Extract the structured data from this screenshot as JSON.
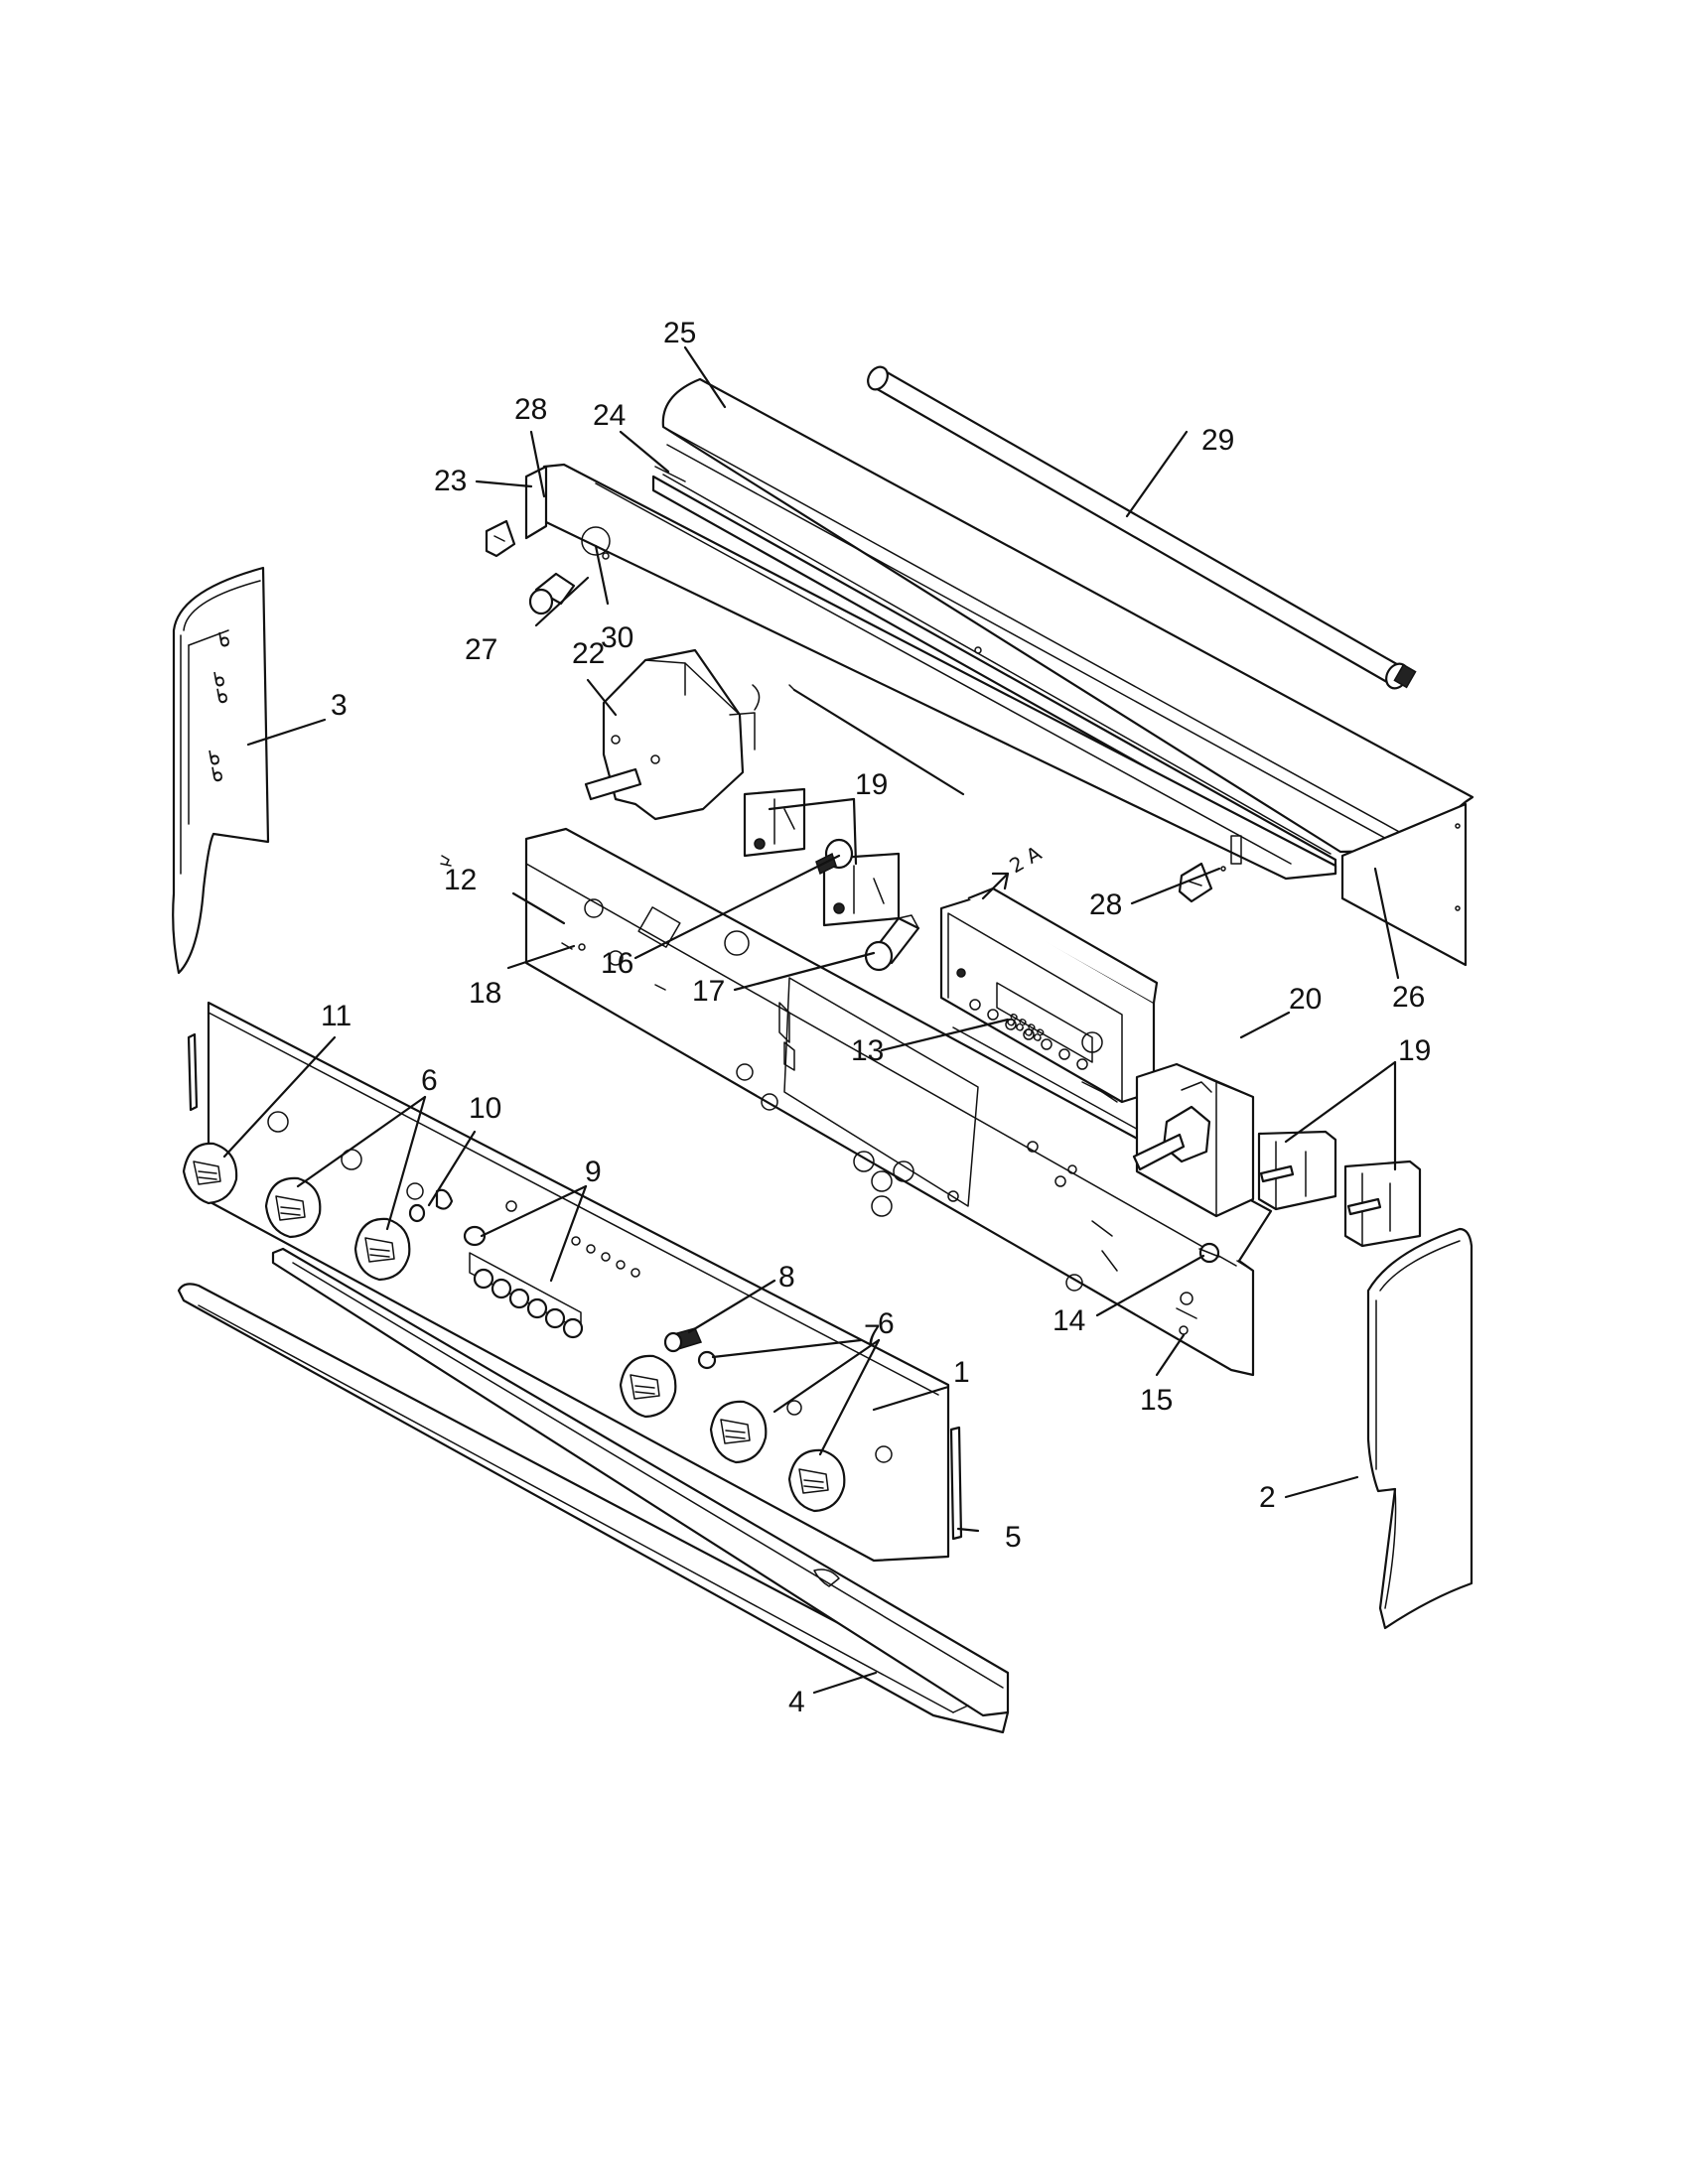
{
  "callouts": {
    "c1": "1",
    "c2": "2",
    "c3": "3",
    "c4": "4",
    "c5": "5",
    "c6a": "6",
    "c6b": "6",
    "c7": "7",
    "c8": "8",
    "c9": "9",
    "c10": "10",
    "c11": "11",
    "c12": "12",
    "c13": "13",
    "c14": "14",
    "c15": "15",
    "c16": "16",
    "c17": "17",
    "c18": "18",
    "c19a": "19",
    "c19b": "19",
    "c20": "20",
    "c22": "22",
    "c23": "23",
    "c24": "24",
    "c25": "25",
    "c26": "26",
    "c27": "27",
    "c28a": "28",
    "c28b": "28",
    "c29": "29",
    "c30": "30"
  },
  "clock_display": "8888",
  "arrow_text": "2 A"
}
